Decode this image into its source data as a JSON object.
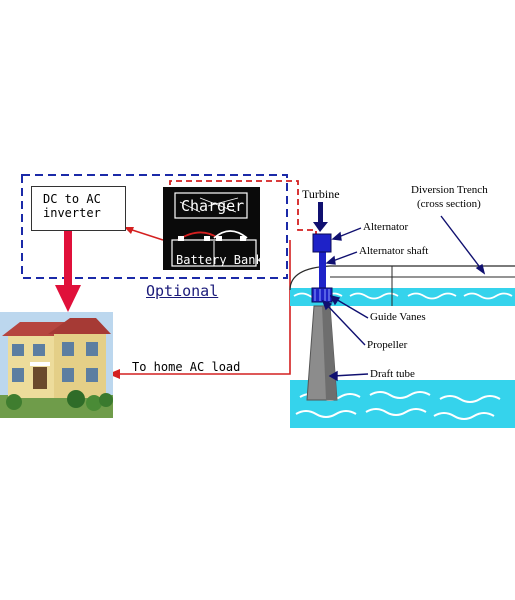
{
  "inverter": {
    "label": "DC to AC\ninverter"
  },
  "optional": {
    "label": "Optional"
  },
  "charger": {
    "label": "Charger"
  },
  "battery": {
    "label": "Battery Bank"
  },
  "load": {
    "label": "To home AC load"
  },
  "turbine": {
    "turbine_label": "Turbine",
    "trench_line1": "Diversion Trench",
    "trench_line2": "(cross section)",
    "alternator": "Alternator",
    "shaft": "Alternator shaft",
    "guide_vanes": "Guide Vanes",
    "propeller": "Propeller",
    "draft_tube": "Draft tube"
  },
  "colors": {
    "dashed_blue": "#1b2aa8",
    "dashed_red": "#d42020",
    "arrow_red": "#e0103a",
    "water": "#35d3ec",
    "shaft_blue": "#1e22c8"
  }
}
